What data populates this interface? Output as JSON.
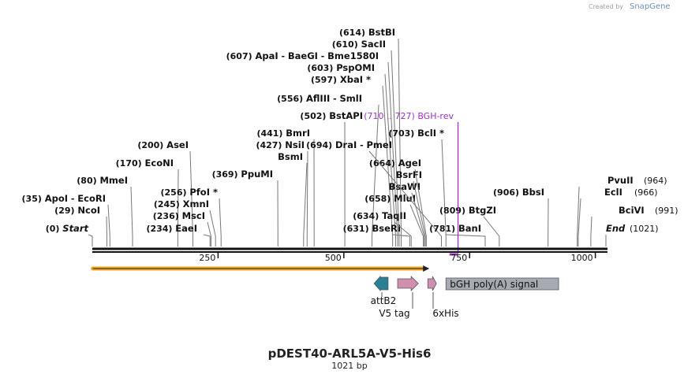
{
  "branding": {
    "created_by": "Created by",
    "app_name": "SnapGene"
  },
  "map": {
    "title": "pDEST40-ARL5A-V5-His6",
    "length_label": "1021 bp",
    "total_bp": 1021,
    "axis_ticks": [
      250,
      500,
      750,
      1000
    ],
    "sites": [
      {
        "id": "start",
        "pos": 0,
        "pos_label": "(0)",
        "names": [
          "Start"
        ],
        "italic": true
      },
      {
        "id": "noci",
        "pos": 29,
        "pos_label": "(29)",
        "names": [
          "NcoI"
        ]
      },
      {
        "id": "apoi",
        "pos": 35,
        "pos_label": "(35)",
        "names": [
          "ApoI",
          "EcoRI"
        ]
      },
      {
        "id": "mmei",
        "pos": 80,
        "pos_label": "(80)",
        "names": [
          "MmeI"
        ]
      },
      {
        "id": "econi",
        "pos": 170,
        "pos_label": "(170)",
        "names": [
          "EcoNI"
        ]
      },
      {
        "id": "asei",
        "pos": 200,
        "pos_label": "(200)",
        "names": [
          "AseI"
        ]
      },
      {
        "id": "eaei",
        "pos": 234,
        "pos_label": "(234)",
        "names": [
          "EaeI"
        ]
      },
      {
        "id": "msci",
        "pos": 236,
        "pos_label": "(236)",
        "names": [
          "MscI"
        ]
      },
      {
        "id": "xmni",
        "pos": 245,
        "pos_label": "(245)",
        "names": [
          "XmnI"
        ]
      },
      {
        "id": "pfoi",
        "pos": 256,
        "pos_label": "(256)",
        "names": [
          "PfoI *"
        ]
      },
      {
        "id": "ppumi",
        "pos": 369,
        "pos_label": "(369)",
        "names": [
          "PpuMI"
        ]
      },
      {
        "id": "bsmi",
        "pos": 420,
        "pos_label": "",
        "names": [
          "BsmI"
        ]
      },
      {
        "id": "nsii",
        "pos": 427,
        "pos_label": "(427)",
        "names": [
          "NsiI"
        ]
      },
      {
        "id": "bmri",
        "pos": 441,
        "pos_label": "(441)",
        "names": [
          "BmrI"
        ]
      },
      {
        "id": "bstapi",
        "pos": 502,
        "pos_label": "(502)",
        "names": [
          "BstAPI"
        ]
      },
      {
        "id": "aflii",
        "pos": 556,
        "pos_label": "(556)",
        "names": [
          "AflIII",
          "SmlI"
        ]
      },
      {
        "id": "xbai",
        "pos": 597,
        "pos_label": "(597)",
        "names": [
          "XbaI *"
        ]
      },
      {
        "id": "pspomi",
        "pos": 603,
        "pos_label": "(603)",
        "names": [
          "PspOMI"
        ]
      },
      {
        "id": "apai",
        "pos": 607,
        "pos_label": "(607)",
        "names": [
          "ApaI",
          "BaeGI",
          "Bme1580I"
        ]
      },
      {
        "id": "sacii",
        "pos": 610,
        "pos_label": "(610)",
        "names": [
          "SacII"
        ]
      },
      {
        "id": "bstbi",
        "pos": 614,
        "pos_label": "(614)",
        "names": [
          "BstBI"
        ]
      },
      {
        "id": "bseri",
        "pos": 631,
        "pos_label": "(631)",
        "names": [
          "BseRI"
        ]
      },
      {
        "id": "taqii",
        "pos": 634,
        "pos_label": "(634)",
        "names": [
          "TaqII"
        ]
      },
      {
        "id": "mlui",
        "pos": 658,
        "pos_label": "(658)",
        "names": [
          "MluI"
        ]
      },
      {
        "id": "bsawi",
        "pos": 660,
        "pos_label": "",
        "names": [
          "BsaWI"
        ]
      },
      {
        "id": "bsrfi",
        "pos": 662,
        "pos_label": "",
        "names": [
          "BsrFI"
        ]
      },
      {
        "id": "agei",
        "pos": 664,
        "pos_label": "(664)",
        "names": [
          "AgeI"
        ]
      },
      {
        "id": "drai",
        "pos": 694,
        "pos_label": "(694)",
        "names": [
          "DraI",
          "PmeI"
        ]
      },
      {
        "id": "bcli",
        "pos": 703,
        "pos_label": "(703)",
        "names": [
          "BclI *"
        ]
      },
      {
        "id": "bani",
        "pos": 781,
        "pos_label": "(781)",
        "names": [
          "BanI"
        ]
      },
      {
        "id": "btgzi",
        "pos": 809,
        "pos_label": "(809)",
        "names": [
          "BtgZI"
        ]
      },
      {
        "id": "bbsi",
        "pos": 906,
        "pos_label": "(906)",
        "names": [
          "BbsI"
        ]
      },
      {
        "id": "pvuii",
        "pos": 964,
        "pos_label": "(964)",
        "names": [
          "PvuII"
        ]
      },
      {
        "id": "ecli",
        "pos": 966,
        "pos_label": "(966)",
        "names": [
          "EclI"
        ]
      },
      {
        "id": "bcivi",
        "pos": 991,
        "pos_label": "(991)",
        "names": [
          "BciVI"
        ]
      },
      {
        "id": "end",
        "pos": 1021,
        "pos_label": "(1021)",
        "names": [
          "End"
        ],
        "italic": true
      }
    ],
    "primer": {
      "name": "BGH-rev",
      "range_label": "(710 .. 727)",
      "start": 710,
      "end": 727,
      "color": "#9b30c8"
    },
    "orf": {
      "start": 1,
      "end": 670,
      "color": "#f5a623"
    },
    "features": [
      {
        "id": "attb2",
        "label": "attB2",
        "start": 560,
        "end": 588,
        "direction": "reverse",
        "color": "#2b7f93"
      },
      {
        "id": "v5tag",
        "label": "V5 tag",
        "start": 607,
        "end": 648,
        "direction": "forward",
        "color": "#d18fb0"
      },
      {
        "id": "6xhis",
        "label": "6xHis",
        "start": 667,
        "end": 684,
        "direction": "forward",
        "color": "#d18fb0"
      },
      {
        "id": "bgh",
        "label": "bGH poly(A) signal",
        "start": 703,
        "end": 927,
        "direction": "none",
        "color": "#a6aab2"
      }
    ]
  }
}
